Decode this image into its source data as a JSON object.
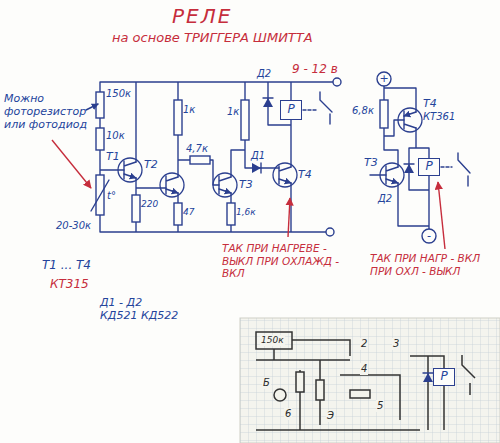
{
  "diagram": {
    "title": "РЕЛЕ",
    "nodes": [
      {
        "text": [
          "Р"
        ]
      },
      {
        "text": [
          "Р"
        ]
      },
      {
        "text": [
          "Р"
        ]
      }
    ],
    "labels": [
      "на основе ТРИГГЕРА ШМИТТА",
      "9 - 12 в",
      "150к",
      "10к",
      "Можно фоторезистор или фотодиод",
      "t°",
      "20-30к",
      "Т1",
      "220",
      "Т2",
      "1к",
      "4,7к",
      "47",
      "Т3",
      "1к",
      "1,6к",
      "Д1",
      "Д2",
      "Т4",
      "ТАК ПРИ НАГРЕВЕ - ВЫКЛ ПРИ ОХЛАЖД - ВКЛ",
      "Т1 ... Т4",
      "КТ315",
      "Д1 - Д2 КД521 КД522",
      "+",
      "6,8к",
      "Т4",
      "КТ361",
      "Т3",
      "Д2",
      "-",
      "ТАК ПРИ НАГР - ВКЛ ПРИ ОХЛ - ВЫКЛ",
      "150к",
      "2",
      "3",
      "4",
      "5",
      "6",
      "Б",
      "Э"
    ]
  }
}
